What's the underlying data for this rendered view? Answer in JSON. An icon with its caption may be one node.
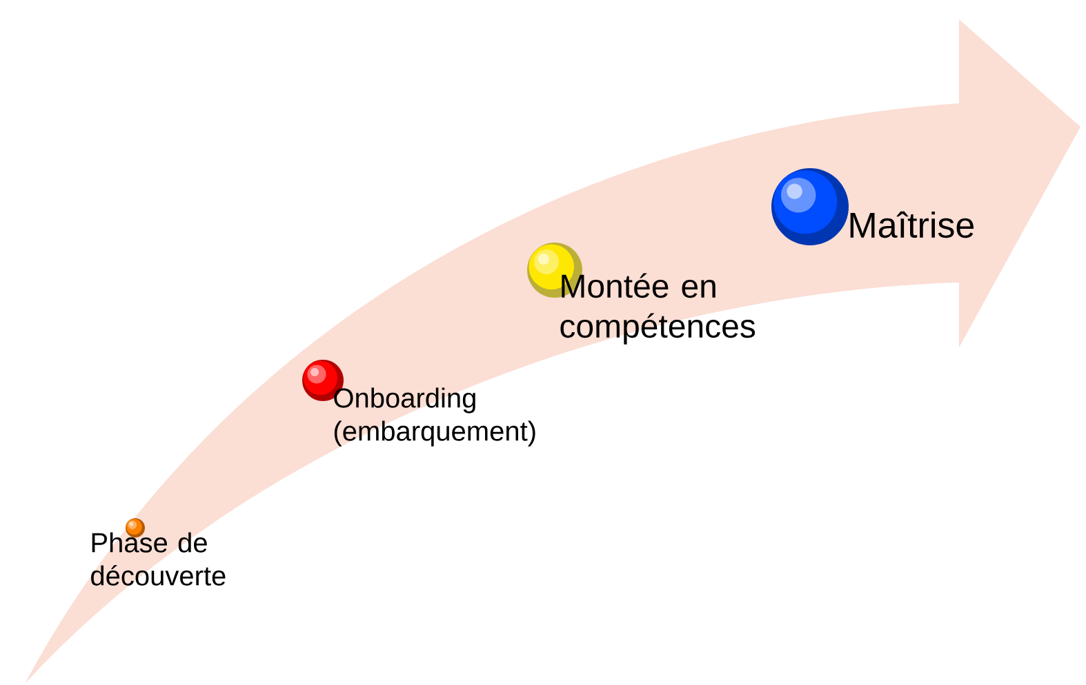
{
  "diagram": {
    "nodes": [
      {
        "text": [
          "Phase de découverte"
        ]
      },
      {
        "text": [
          "Onboarding (embarquement)"
        ]
      },
      {
        "text": [
          "Montée en compétences"
        ]
      },
      {
        "text": [
          "Maîtrise"
        ]
      }
    ]
  }
}
